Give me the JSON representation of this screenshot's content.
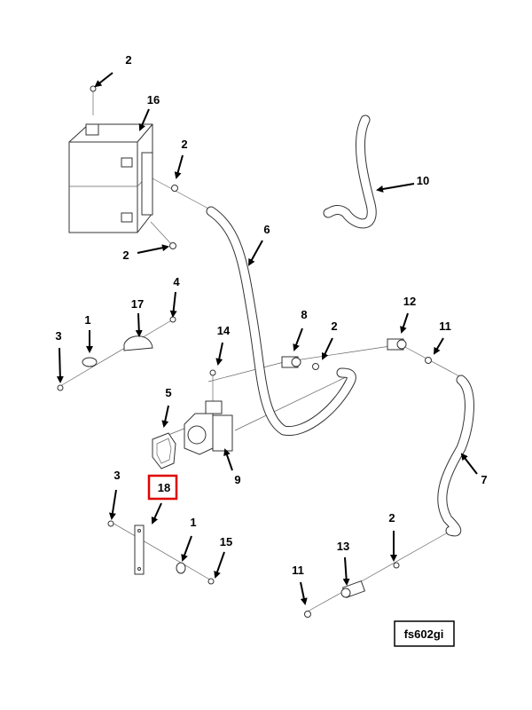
{
  "diagram": {
    "drawing_id": "fs602gi",
    "highlight_color": "#e00000",
    "highlighted_callout": "18",
    "callouts": [
      {
        "text": "2"
      },
      {
        "text": "16"
      },
      {
        "text": "2"
      },
      {
        "text": "10"
      },
      {
        "text": "6"
      },
      {
        "text": "2"
      },
      {
        "text": "4"
      },
      {
        "text": "17"
      },
      {
        "text": "1"
      },
      {
        "text": "3"
      },
      {
        "text": "8"
      },
      {
        "text": "2"
      },
      {
        "text": "12"
      },
      {
        "text": "11"
      },
      {
        "text": "14"
      },
      {
        "text": "5"
      },
      {
        "text": "9"
      },
      {
        "text": "7"
      },
      {
        "text": "18"
      },
      {
        "text": "3"
      },
      {
        "text": "1"
      },
      {
        "text": "15"
      },
      {
        "text": "2"
      },
      {
        "text": "13"
      },
      {
        "text": "11"
      }
    ]
  }
}
